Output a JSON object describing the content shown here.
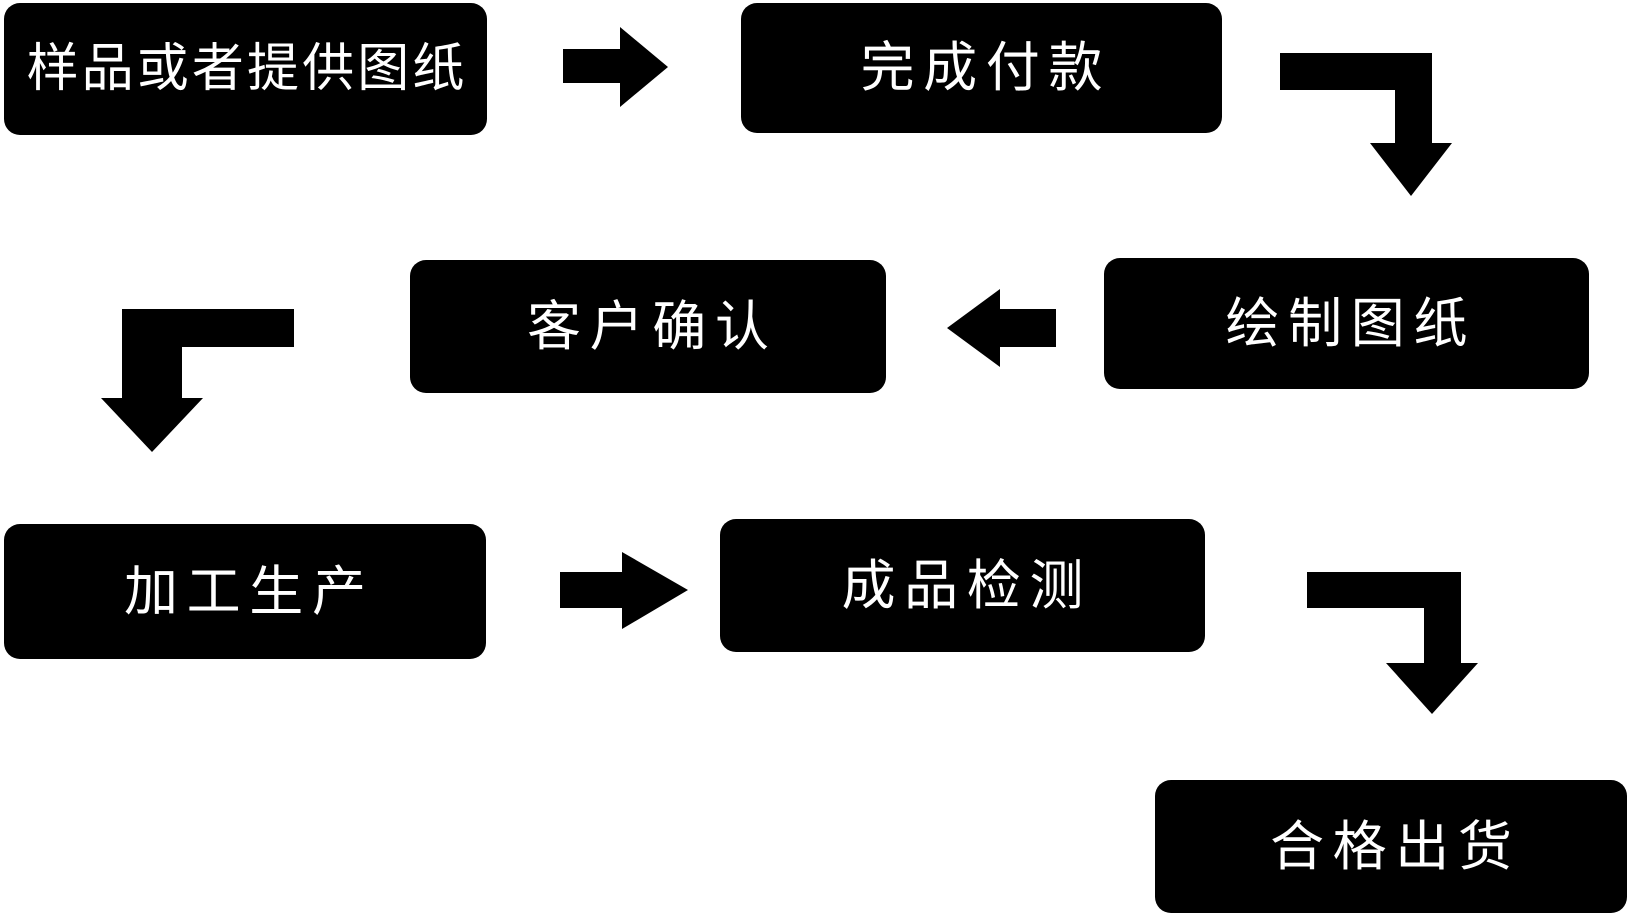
{
  "diagram": {
    "type": "flowchart",
    "background_color": "#ffffff",
    "node_fill_color": "#000000",
    "node_text_color": "#ffffff",
    "arrow_color": "#000000",
    "nodes": [
      {
        "id": "sample",
        "label": "样品或者提供图纸"
      },
      {
        "id": "payment",
        "label": "完成付款"
      },
      {
        "id": "draw",
        "label": "绘制图纸"
      },
      {
        "id": "confirm",
        "label": "客户确认"
      },
      {
        "id": "production",
        "label": "加工生产"
      },
      {
        "id": "inspection",
        "label": "成品检测"
      },
      {
        "id": "shipment",
        "label": "合格出货"
      }
    ],
    "connections": [
      {
        "from": "样品或者提供图纸",
        "to": "完成付款",
        "shape": "straight-right"
      },
      {
        "from": "完成付款",
        "to": "绘制图纸",
        "shape": "elbow-right-down"
      },
      {
        "from": "绘制图纸",
        "to": "客户确认",
        "shape": "straight-left"
      },
      {
        "from": "客户确认",
        "to": "加工生产",
        "shape": "elbow-left-down"
      },
      {
        "from": "加工生产",
        "to": "成品检测",
        "shape": "straight-right"
      },
      {
        "from": "成品检测",
        "to": "合格出货",
        "shape": "elbow-right-down"
      }
    ]
  }
}
